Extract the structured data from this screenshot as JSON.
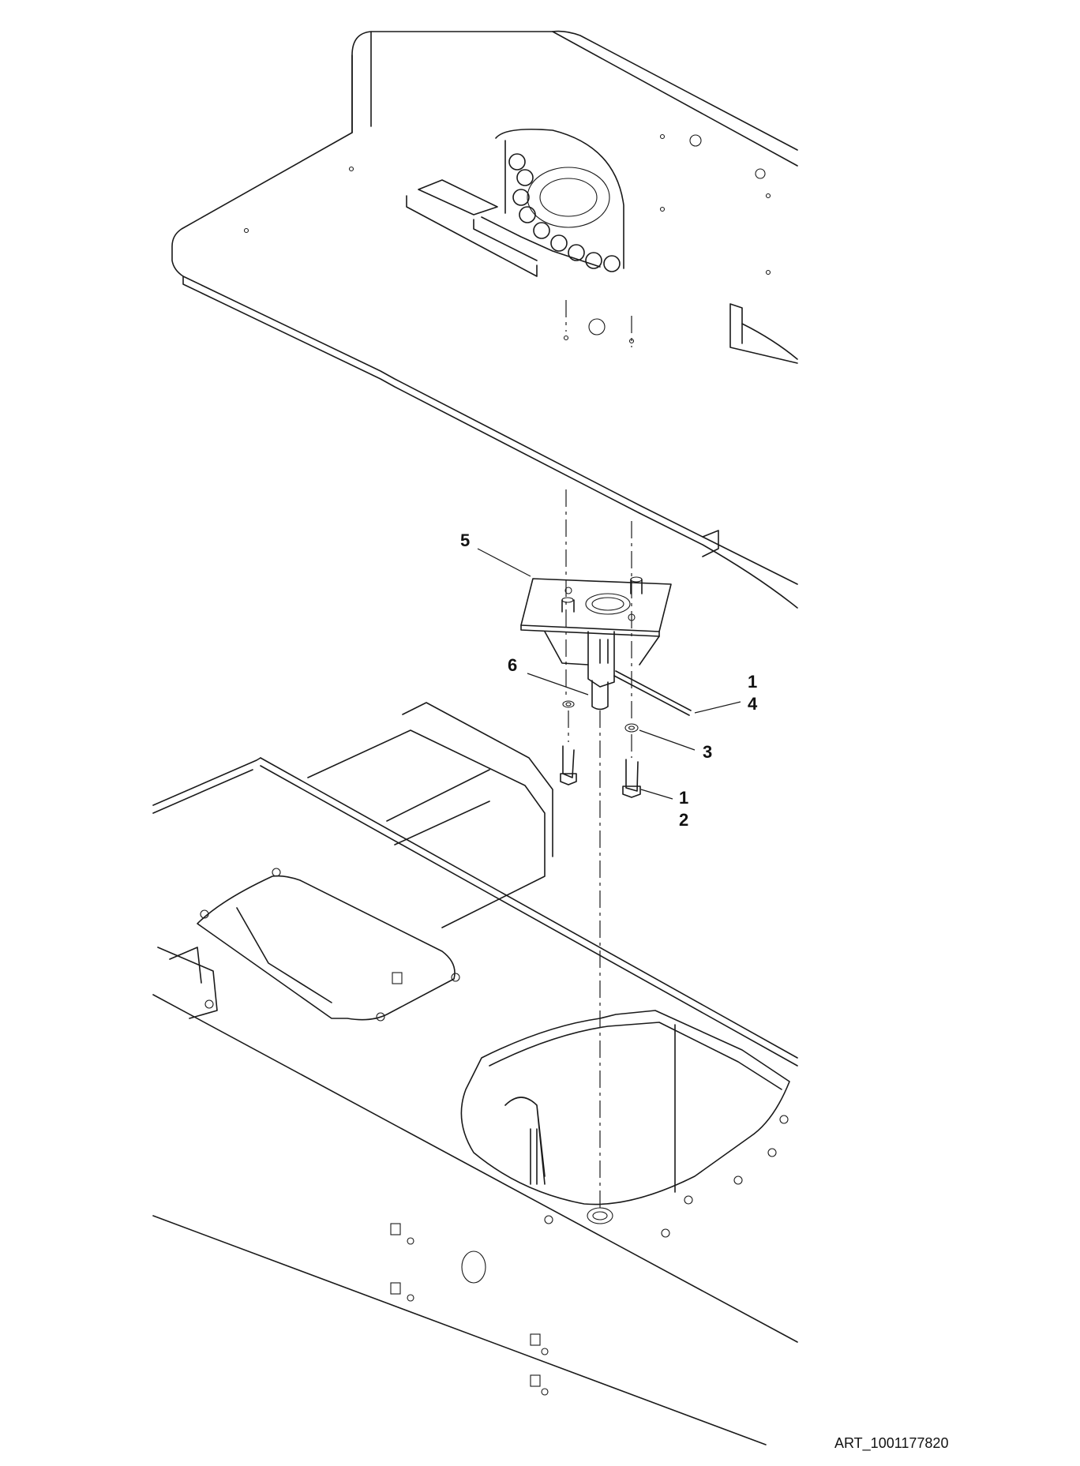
{
  "diagram": {
    "art_id": "ART_1001177820",
    "callouts": [
      {
        "id": "c5",
        "lines": [
          "5"
        ]
      },
      {
        "id": "c6",
        "lines": [
          "6"
        ]
      },
      {
        "id": "c14",
        "lines": [
          "1",
          "4"
        ]
      },
      {
        "id": "c3",
        "lines": [
          "3"
        ]
      },
      {
        "id": "c12",
        "lines": [
          "1",
          "2"
        ]
      }
    ]
  }
}
